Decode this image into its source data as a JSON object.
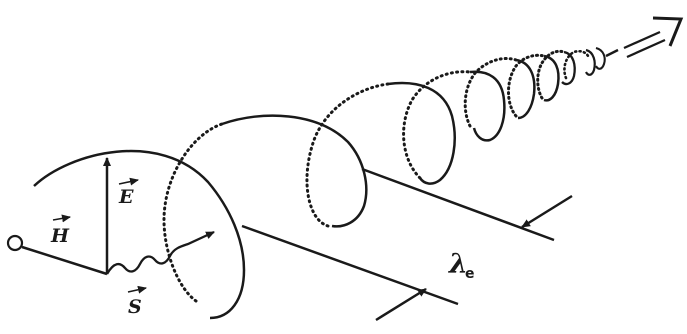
{
  "diagram": {
    "labels": {
      "H": "H",
      "E": "E",
      "S": "S",
      "lambda": "λ",
      "lambda_sub": "e"
    },
    "colors": {
      "ink": "#1a1a1a",
      "background": "#ffffff"
    },
    "icons": [
      "terminal-circle",
      "vector-arrow",
      "propagation-double-arrow",
      "dimension-arrow"
    ]
  }
}
